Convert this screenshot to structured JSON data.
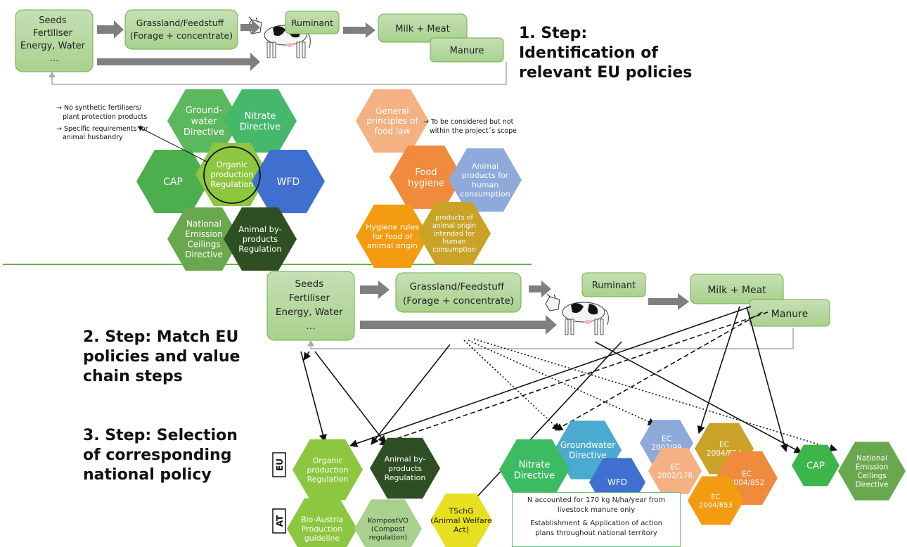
{
  "steps": {
    "step1": [
      "1. Step:",
      "Identification of",
      "relevant EU policies"
    ],
    "step2": [
      "2. Step: Match EU",
      "policies and value",
      "chain steps"
    ],
    "step3": [
      "3. Step: Selection",
      "of corresponding",
      "national policy"
    ]
  },
  "chain_top": {
    "inputs": [
      "Seeds",
      "Fertiliser",
      "Energy, Water",
      "…"
    ],
    "grassland": [
      "Grassland/Feedstuff",
      "(Forage + concentrate)"
    ],
    "ruminant": "Ruminant",
    "milk_meat": "Milk + Meat",
    "manure": "Manure"
  },
  "chain_bottom": {
    "inputs": [
      "Seeds",
      "Fertiliser",
      "Energy, Water",
      "…"
    ],
    "grassland": [
      "Grassland/Feedstuff",
      "(Forage + concentrate)"
    ],
    "ruminant": "Ruminant",
    "milk_meat": "Milk + Meat",
    "manure": "Manure"
  },
  "notes": {
    "organic": [
      "→ No synthetic fertilisers/",
      "plant protection products",
      "→ Specific requirements for",
      "animal husbandry"
    ],
    "food": [
      "→ To be considered but not",
      "within the project´s scope"
    ]
  },
  "hex_left": [
    {
      "id": "groundwater",
      "lines": [
        "Ground-",
        "water",
        "Directive"
      ],
      "color": "#5cb85c"
    },
    {
      "id": "nitrate",
      "lines": [
        "Nitrate",
        "Directive"
      ],
      "color": "#46b86c"
    },
    {
      "id": "cap",
      "lines": [
        "CAP"
      ],
      "color": "#4cae4c"
    },
    {
      "id": "organic",
      "lines": [
        "Organic",
        "production",
        "Regulation"
      ],
      "color": "#8dc63f"
    },
    {
      "id": "wfd",
      "lines": [
        "WFD"
      ],
      "color": "#3f6fcf"
    },
    {
      "id": "nec",
      "lines": [
        "National",
        "Emission",
        "Ceilings",
        "Directive"
      ],
      "color": "#6aa84f"
    },
    {
      "id": "abp",
      "lines": [
        "Animal by-",
        "products",
        "Regulation"
      ],
      "color": "#2e4f23"
    }
  ],
  "hex_right": [
    {
      "id": "gpfl",
      "lines": [
        "General",
        "principles of",
        "food law"
      ],
      "color": "#f4b183"
    },
    {
      "id": "foodhyg",
      "lines": [
        "Food",
        "hygiene"
      ],
      "color": "#f08a3c"
    },
    {
      "id": "apfhc",
      "lines": [
        "Animal",
        "products for",
        "human",
        "consumption"
      ],
      "color": "#8eaadb"
    },
    {
      "id": "hygrules",
      "lines": [
        "Hygiene rules",
        "for food of",
        "animal origin"
      ],
      "color": "#f39c12"
    },
    {
      "id": "poao",
      "lines": [
        "products of",
        "animal origin",
        "intended for",
        "human",
        "consumption"
      ],
      "color": "#c9a227"
    }
  ],
  "level_labels": {
    "eu": "EU",
    "at": "AT"
  },
  "eu_row": [
    {
      "id": "organic",
      "lines": [
        "Organic",
        "production",
        "Regulation"
      ],
      "color": "#8dc63f"
    },
    {
      "id": "abp",
      "lines": [
        "Animal by-",
        "products",
        "Regulation"
      ],
      "color": "#2e4f23"
    },
    {
      "id": "groundwater",
      "lines": [
        "Groundwater",
        "Directive"
      ],
      "color": "#4aaad0"
    },
    {
      "id": "nitrate",
      "lines": [
        "Nitrate",
        "Directive"
      ],
      "color": "#3dbb63"
    },
    {
      "id": "wfd",
      "lines": [
        "WFD"
      ],
      "color": "#3f6fcf"
    },
    {
      "id": "ec200299",
      "lines": [
        "EC",
        "2002/99"
      ],
      "color": "#8eaadb"
    },
    {
      "id": "ec2004854",
      "lines": [
        "EC",
        "2004/854"
      ],
      "color": "#c9a227"
    },
    {
      "id": "ec2002178",
      "lines": [
        "EC",
        "2002/178"
      ],
      "color": "#f4b183"
    },
    {
      "id": "ec2004852",
      "lines": [
        "EC",
        "2004/852"
      ],
      "color": "#f08a3c"
    },
    {
      "id": "ec2004853",
      "lines": [
        "EC",
        "2004/853"
      ],
      "color": "#f39c12"
    },
    {
      "id": "cap",
      "lines": [
        "CAP"
      ],
      "color": "#3cb54a"
    },
    {
      "id": "nec",
      "lines": [
        "National",
        "Emission",
        "Ceilings",
        "Directive"
      ],
      "color": "#6aa84f"
    }
  ],
  "at_row": [
    {
      "id": "bioaustria",
      "lines": [
        "Bio-Austria",
        "Production",
        "guideline"
      ],
      "color": "#8dc63f"
    },
    {
      "id": "kompostvo",
      "lines": [
        "KompostVO",
        "(Compost",
        "regulation)"
      ],
      "color": "#a9d18e"
    },
    {
      "id": "tschg",
      "lines": [
        "TSchG",
        "(Animal Welfare",
        "Act)"
      ],
      "color": "#e6e020"
    }
  ],
  "infobox": [
    "N accounted for 170 kg N/ha/year from",
    "livestock manure only",
    "Establishment & Application of action",
    "plans throughout national territory"
  ],
  "colors": {
    "box_fill": "#a9d18e",
    "box_stroke": "#70ad47",
    "arrow_fill": "#7f7f7f",
    "separator": "#70ad47"
  }
}
